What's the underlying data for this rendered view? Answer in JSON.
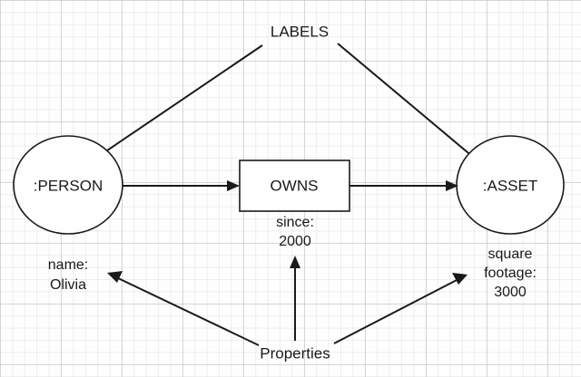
{
  "diagram": {
    "title_text": "LABELS",
    "properties_text": "Properties",
    "nodes": [
      {
        "id": "person",
        "label": ":PERSON",
        "shape": "ellipse"
      },
      {
        "id": "asset",
        "label": ":ASSET",
        "shape": "ellipse"
      },
      {
        "id": "owns",
        "label": "OWNS",
        "shape": "rectangle"
      }
    ],
    "property_labels": {
      "person": {
        "line1": "name:",
        "line2": "Olivia"
      },
      "owns": {
        "line1": "since:",
        "line2": "2000"
      },
      "asset": {
        "line1": "square",
        "line2": "footage:",
        "line3": "3000"
      }
    },
    "edges": [
      {
        "from": "person",
        "to": "owns",
        "label": ""
      },
      {
        "from": "owns",
        "to": "asset",
        "label": ""
      },
      {
        "from": "LABELS",
        "to": "person",
        "label": ""
      },
      {
        "from": "LABELS",
        "to": "asset",
        "label": ""
      },
      {
        "from": "Properties",
        "to": "name-property",
        "label": ""
      },
      {
        "from": "Properties",
        "to": "since-property",
        "label": ""
      },
      {
        "from": "Properties",
        "to": "footage-property",
        "label": ""
      }
    ],
    "colors": {
      "stroke": "#1a1a1a",
      "node_fill": "#fefefe",
      "background": "#fefefe",
      "grid_line": "#bebec6"
    }
  }
}
